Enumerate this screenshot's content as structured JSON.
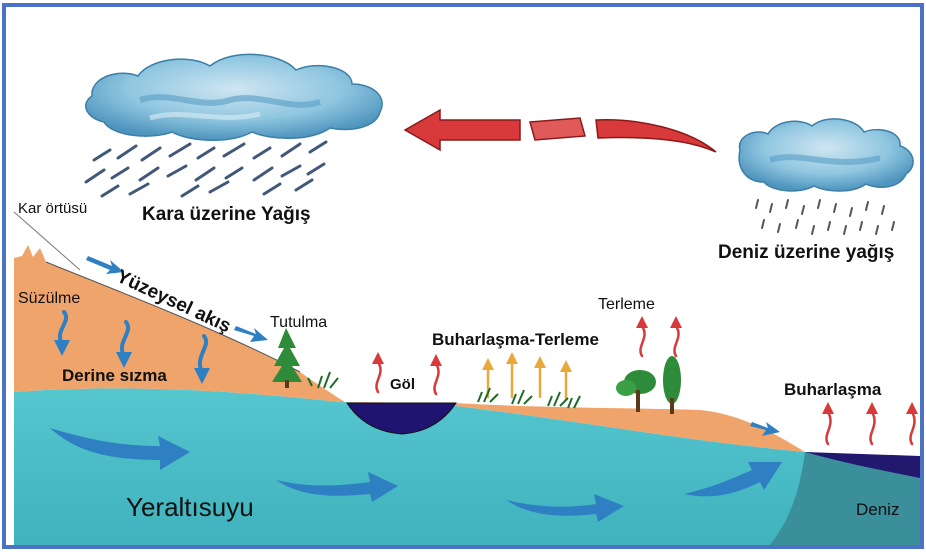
{
  "labels": {
    "kar_ortusu": "Kar örtüsü",
    "kara_uzerine_yagis": "Kara üzerine Yağış",
    "deniz_uzerine_yagis": "Deniz üzerine yağış",
    "yuzeysel_akis": "Yüzeysel akış",
    "suzulme": "Süzülme",
    "derine_sizma": "Derine sızma",
    "tutulma": "Tutulma",
    "gol": "Göl",
    "buharlasma_terleme": "Buharlaşma-Terleme",
    "terleme": "Terleme",
    "buharlasma": "Buharlaşma",
    "yeraltisuyu": "Yeraltısuyu",
    "deniz": "Deniz"
  },
  "colors": {
    "frame": "#4a73c4",
    "groundwater": "#4cbdc7",
    "soil": "#efa46c",
    "lake": "#1f1470",
    "sea_dark": "#22186e",
    "sea_rock": "#3a8f9a",
    "cloud": "#8fc6e0",
    "red_arrow": "#d8393a",
    "orange_arrow": "#e9a83a",
    "blue_arrow": "#2f7fc3",
    "tree": "#2e8b3a"
  }
}
